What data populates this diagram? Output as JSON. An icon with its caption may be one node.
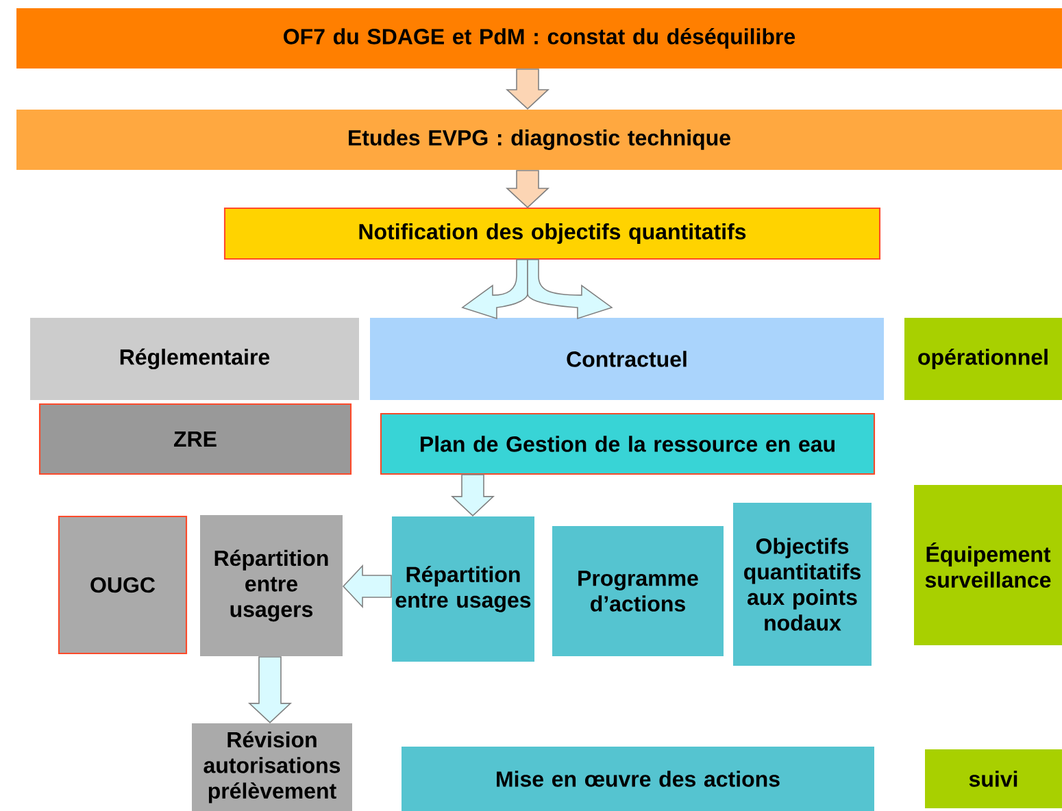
{
  "diagram": {
    "nodes": [
      {
        "text": [
          "OF7 du SDAGE et PdM : constat du déséquilibre"
        ]
      },
      {
        "text": [
          "Etudes EVPG : diagnostic technique"
        ]
      },
      {
        "text": [
          "Notification des objectifs quantitatifs"
        ]
      },
      {
        "text": [
          "Réglementaire"
        ]
      },
      {
        "text": [
          "Contractuel"
        ]
      },
      {
        "text": [
          "opérationnel"
        ]
      },
      {
        "text": [
          "ZRE"
        ]
      },
      {
        "text": [
          "Plan de Gestion de la ressource en eau"
        ]
      },
      {
        "text": [
          "OUGC"
        ]
      },
      {
        "text": [
          "Répartition entre usagers"
        ]
      },
      {
        "text": [
          "Répartition entre usages"
        ]
      },
      {
        "text": [
          "Programme d’actions"
        ]
      },
      {
        "text": [
          "Objectifs quantitatifs aux points nodaux"
        ]
      },
      {
        "text": [
          "Équipement surveillance"
        ]
      },
      {
        "text": [
          "Révision autorisations prélèvement"
        ]
      },
      {
        "text": [
          "Mise en œuvre des actions"
        ]
      },
      {
        "text": [
          "suivi"
        ]
      }
    ],
    "edges": [
      {
        "from": 0,
        "to": 1,
        "arrow": "to",
        "color": "#fcd5b4"
      },
      {
        "from": 1,
        "to": 2,
        "arrow": "to",
        "color": "#fcd5b4"
      },
      {
        "from": 2,
        "to": 4,
        "arrow": "to"
      },
      {
        "from": 2,
        "to": 4,
        "arrow": "to"
      },
      {
        "from": 7,
        "to": 10,
        "arrow": "to"
      },
      {
        "from": 10,
        "to": 9,
        "arrow": "to"
      },
      {
        "from": 9,
        "to": 14,
        "arrow": "to"
      }
    ]
  }
}
